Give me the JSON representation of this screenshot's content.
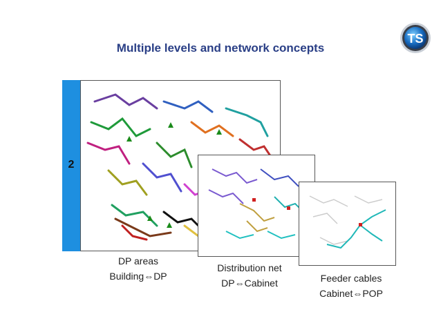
{
  "title": "Multiple levels and network concepts",
  "logo": {
    "text": "TS",
    "icon": "ts-logo-icon"
  },
  "level": "2",
  "maps": [
    {
      "name": "dp-areas-map",
      "caption": {
        "line1": "DP areas",
        "left": "Building",
        "arrow": "⇔",
        "right": "DP"
      }
    },
    {
      "name": "distribution-net-map",
      "caption": {
        "line1": "Distribution net",
        "left": "DP",
        "arrow": "⇔",
        "right": "Cabinet"
      }
    },
    {
      "name": "feeder-cables-map",
      "caption": {
        "line1": "Feeder cables",
        "left": "Cabinet",
        "arrow": "⇔",
        "right": "POP"
      }
    }
  ],
  "colors": {
    "title": "#2a3f86",
    "bar": "#1e8fe0"
  }
}
